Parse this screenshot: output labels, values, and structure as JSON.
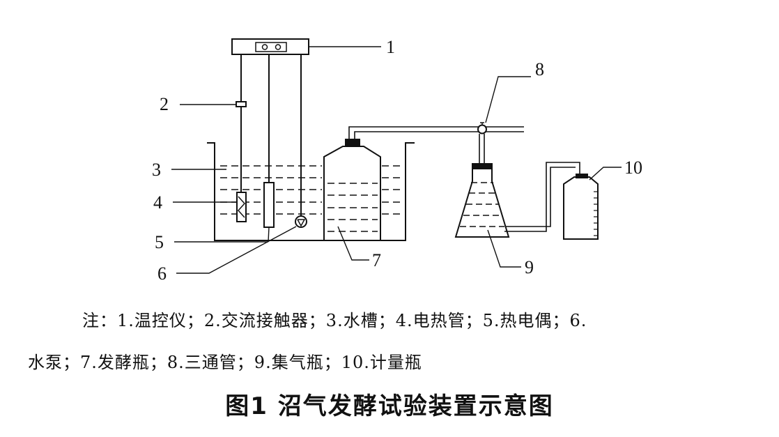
{
  "diagram": {
    "callouts": [
      "1",
      "2",
      "3",
      "4",
      "5",
      "6",
      "7",
      "8",
      "9",
      "10"
    ]
  },
  "note": {
    "line1": "注：1.温控仪；2.交流接触器；3.水槽；4.电热管；5.热电偶；6.",
    "line2": "水泵；7.发酵瓶；8.三通管；9.集气瓶；10.计量瓶"
  },
  "caption": "图1   沼气发酵试验装置示意图"
}
